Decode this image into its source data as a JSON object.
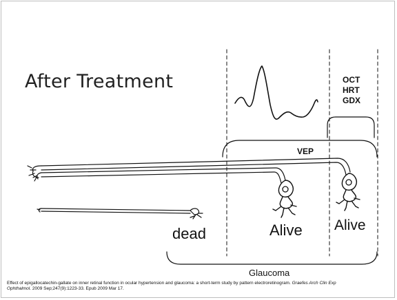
{
  "slide": {
    "title": "After Treatment",
    "tests_label_lines": [
      "OCT",
      "HRT",
      "GDX"
    ],
    "vep_label": "VEP",
    "status_dead": "dead",
    "status_alive_1": "Alive",
    "status_alive_2": "Alive",
    "group_label": "Glaucoma"
  },
  "citation": {
    "text_plain": "Effect of epigallocatechin-gallate on inner retinal function in ocular hypertension and glaucoma: a short-term study by pattern electroretinogram. ",
    "journal": "Graefes Arch Clin Exp Ophthalmol.",
    "text_tail": " 2009 Sep;247(9):1223-33. Epub 2009 Mar 17."
  },
  "colors": {
    "ink": "#111111",
    "border": "#bdbdbd",
    "background": "#ffffff"
  },
  "icons": [
    "erg-waveform",
    "neuron",
    "dead-neuron",
    "axon"
  ]
}
